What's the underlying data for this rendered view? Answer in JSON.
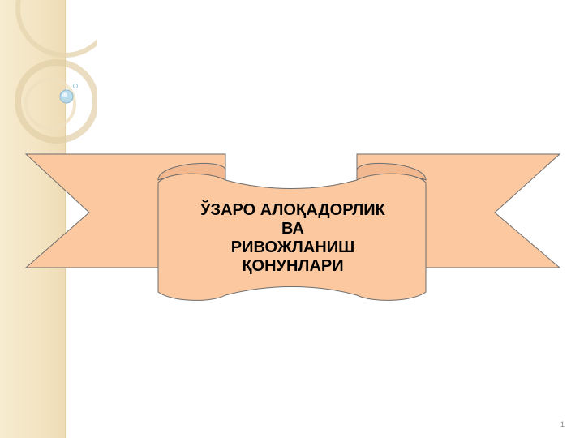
{
  "slide": {
    "title_lines": [
      "ЎЗАРО АЛОҚАДОРЛИК",
      "ВА",
      "РИВОЖЛАНИШ",
      "ҚОНУНЛАРИ"
    ],
    "page_number": "1"
  },
  "colors": {
    "banner_fill": "#fbc8a0",
    "banner_stroke": "#6e6e6e",
    "side_bar": "#f3e4c2",
    "text": "#000000"
  }
}
